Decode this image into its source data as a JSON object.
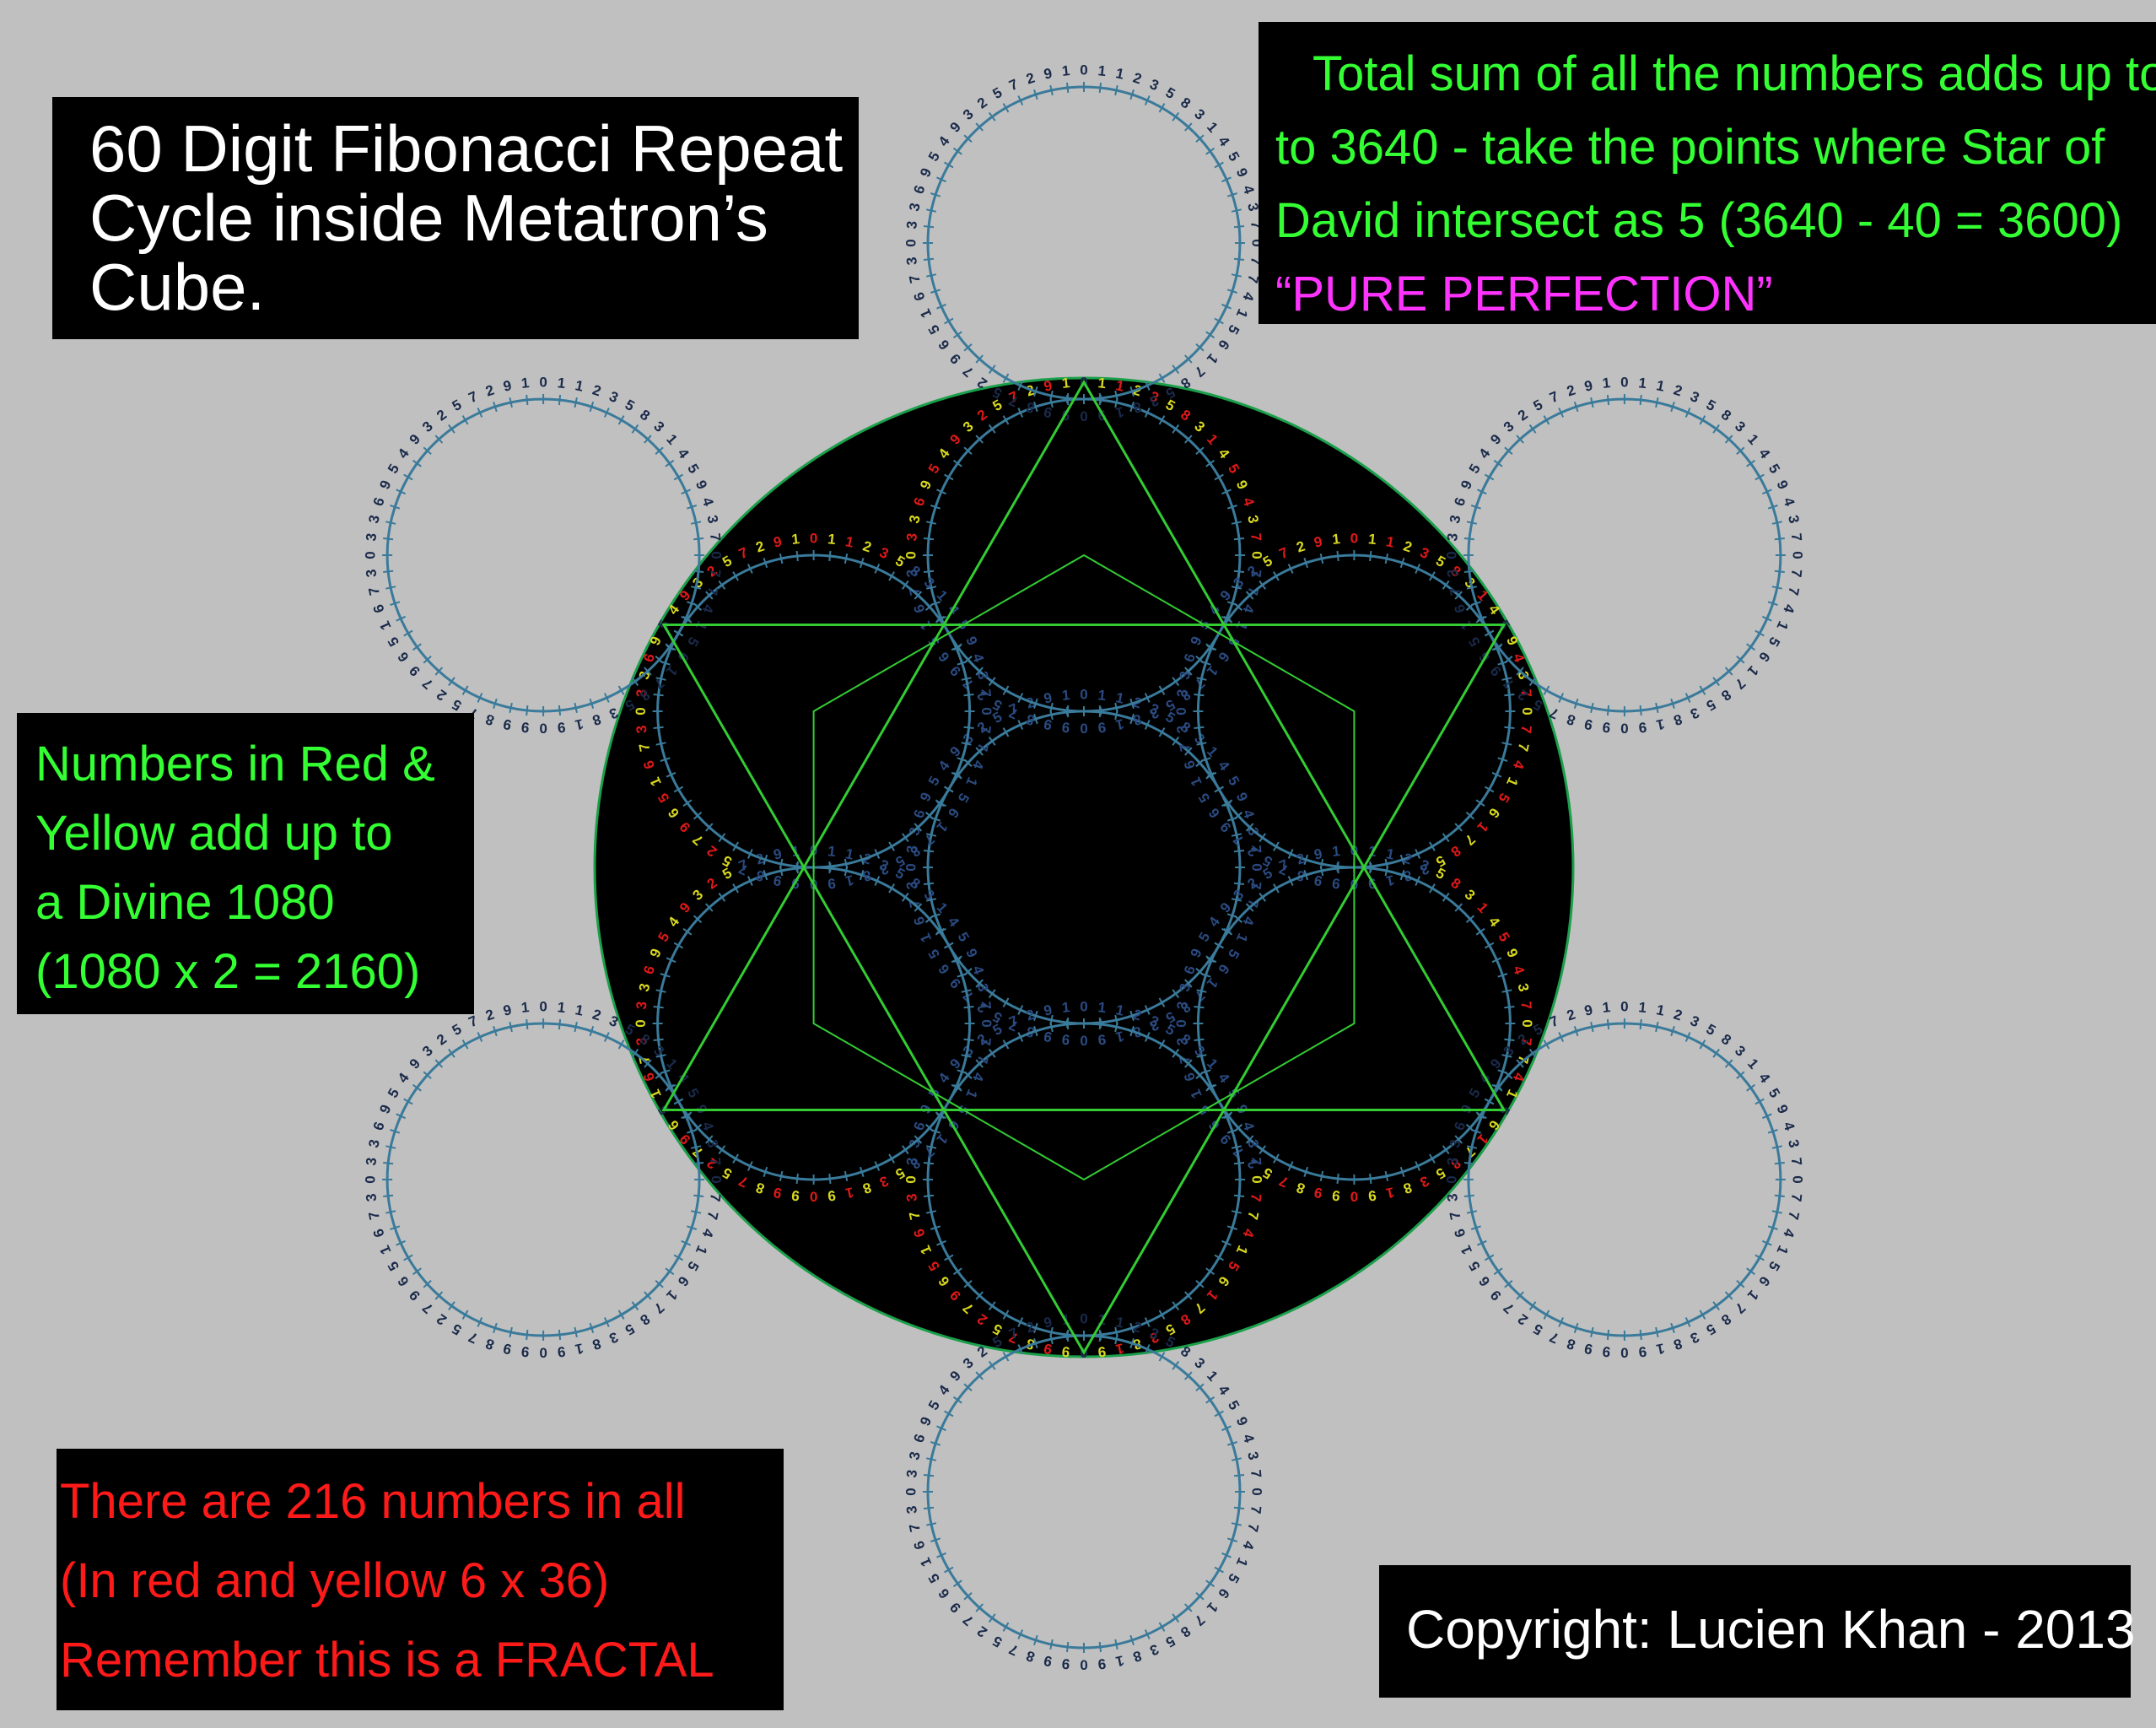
{
  "title": {
    "lines": [
      "60 Digit Fibonacci Repeat",
      "Cycle inside Metatron’s",
      "Cube."
    ]
  },
  "sum_note": {
    "lines": [
      "Total sum of all the numbers adds up to",
      "to 3640 - take the points where Star of",
      "David intersect as 5 (3640 - 40 = 3600)"
    ],
    "highlight": "“PURE PERFECTION”"
  },
  "red_yellow_note": {
    "lines": [
      "Numbers in Red &",
      "Yellow add up to",
      "a Divine 1080",
      "(1080 x 2 = 2160)"
    ]
  },
  "count_note": {
    "lines": [
      "There are 216 numbers in all",
      "(In red and yellow 6 x 36)",
      "Remember this is a FRACTAL"
    ]
  },
  "copyright": "Copyright: Lucien Khan - 2013",
  "fibonacci_cycle": "011235831459437077415617853819099875279651673033695493257291",
  "colors": {
    "background": "#c0c0c0",
    "inner_disc": "#000000",
    "star_lines": "#33cc33",
    "digit_dark": "#1a2a4a",
    "digit_inner": "#2a4a80",
    "digit_red": "#e01818",
    "digit_yellow": "#d8d820",
    "ring": "#3a7a9a"
  },
  "icons": {
    "star_of_david": "hexagram-icon",
    "circles": "circle-ring-icon"
  }
}
